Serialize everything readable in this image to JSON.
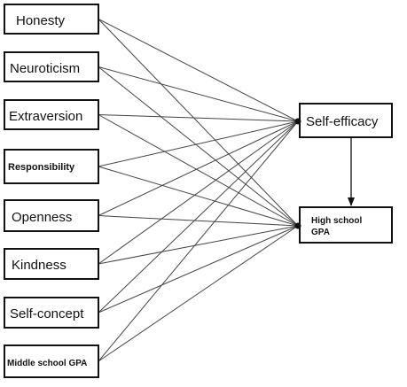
{
  "predictors": [
    {
      "id": "honesty",
      "label": "Honesty"
    },
    {
      "id": "neuroticism",
      "label": "Neuroticism"
    },
    {
      "id": "extraversion",
      "label": "Extraversion"
    },
    {
      "id": "responsibility",
      "label": "Responsibility"
    },
    {
      "id": "openness",
      "label": "Openness"
    },
    {
      "id": "kindness",
      "label": "Kindness"
    },
    {
      "id": "self-concept",
      "label": "Self-concept"
    },
    {
      "id": "middle-school-gpa",
      "label": "Middle school GPA"
    }
  ],
  "mediator": {
    "id": "self-efficacy",
    "label": "Self-efficacy"
  },
  "outcome": {
    "id": "high-school-gpa",
    "label_lines": [
      "High school",
      "GPA"
    ]
  },
  "edges": [
    {
      "from": "predictors",
      "to": "self-efficacy"
    },
    {
      "from": "predictors",
      "to": "high-school-gpa"
    },
    {
      "from": "self-efficacy",
      "to": "high-school-gpa"
    }
  ],
  "colors": {
    "box_stroke": "#111111",
    "line": "#444444",
    "text": "#111111"
  }
}
